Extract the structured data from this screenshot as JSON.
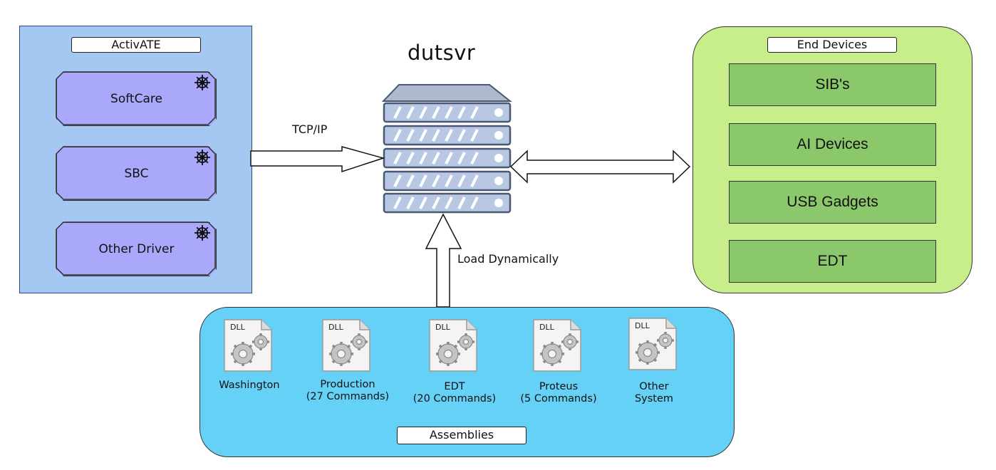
{
  "activate": {
    "title": "ActivATE",
    "drivers": [
      {
        "label": "SoftCare",
        "icon": "ship-wheel-icon"
      },
      {
        "label": "SBC",
        "icon": "ship-wheel-icon"
      },
      {
        "label": "Other Driver",
        "icon": "ship-wheel-icon"
      }
    ]
  },
  "server": {
    "title": "dutsvr",
    "icon": "server-rack-icon"
  },
  "edges": {
    "tcp": "TCP/IP",
    "load": "Load Dynamically"
  },
  "end_devices": {
    "title": "End Devices",
    "items": [
      "SIB's",
      "AI Devices",
      "USB Gadgets",
      "EDT"
    ]
  },
  "assemblies": {
    "title": "Assemblies",
    "dll_tag": "DLL",
    "items": [
      {
        "caption": "Washington",
        "icon": "dll-file-icon"
      },
      {
        "caption": "Production\n(27 Commands)",
        "icon": "dll-file-icon"
      },
      {
        "caption": "EDT\n(20 Commands)",
        "icon": "dll-file-icon"
      },
      {
        "caption": "Proteus\n(5 Commands)",
        "icon": "dll-file-icon"
      },
      {
        "caption": "Other\nSystem",
        "icon": "dll-file-icon"
      }
    ]
  },
  "colors": {
    "activate_bg": "#a5c8f2",
    "driver_bg": "#a9a8fb",
    "end_devices_bg": "#c8ee8c",
    "device_bg": "#8bc86c",
    "assemblies_bg": "#66d1f7",
    "server_body": "#b8c8e3"
  }
}
